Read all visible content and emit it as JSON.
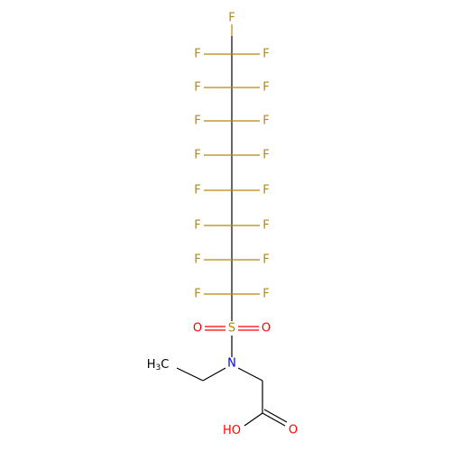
{
  "molecule": {
    "colors": {
      "bond": "#000000",
      "fluorine": "#B8860B",
      "sulfur": "#B8860B",
      "oxygen": "#FF0000",
      "nitrogen": "#0000FF",
      "carbon": "#000000"
    },
    "labels": {
      "fluorine": "F",
      "sulfur": "S",
      "oxygen": "O",
      "nitrogen": "N",
      "hydroxyl_h": "H",
      "hydroxyl_o": "O",
      "methyl_c": "C",
      "methyl_h": "H",
      "methyl_sub": "3"
    }
  }
}
